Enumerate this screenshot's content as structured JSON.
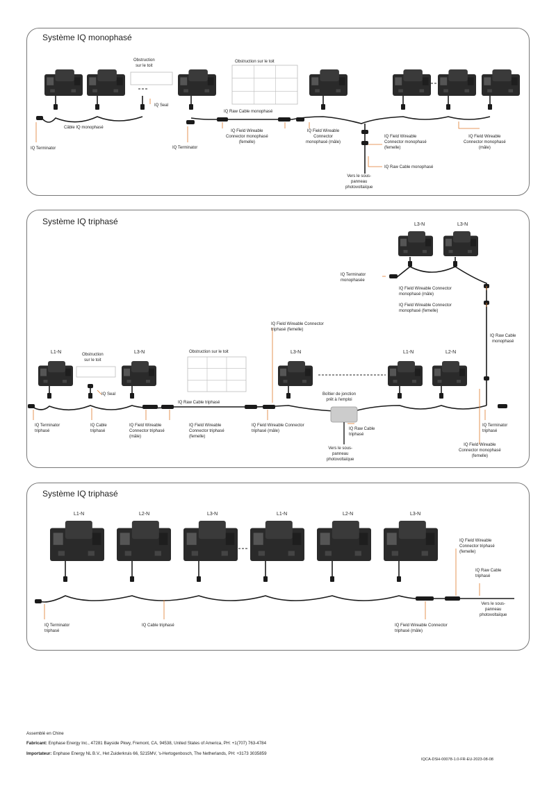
{
  "panel1": {
    "title": "Système IQ monophasé",
    "labels": {
      "obstruction_roof": "Obstruction\nsur le toit",
      "obstruction_roof_big": "Obstruction sur le toit",
      "iq_seal": "IQ Seal",
      "iq_raw_cable": "IQ Raw Cable monophasé",
      "cable_iq": "Câble IQ monophasé",
      "terminator_left": "IQ Terminator",
      "terminator_mid": "IQ Terminator",
      "fwc_female": "IQ Field Wireable\nConnector monophasé\n(femelle)",
      "fwc_male": "IQ Field Wireable\nConnector\nmonophasé (mâle)",
      "fwc_female_right": "IQ Field Wireable\nConnector monophasé\n(femelle)",
      "fwc_male_right": "IQ Field Wireable\nConnector monophasé\n(mâle)",
      "raw_cable_right": "IQ Raw Cable monophasé",
      "to_subpanel": "Vers le sous-\npanneau\nphotovoltaïque"
    }
  },
  "panel2": {
    "title": "Système IQ triphasé",
    "labels": {
      "l1n_a": "L1-N",
      "l3n_a": "L3-N",
      "l3n_b": "L3-N",
      "l1n_b": "L1-N",
      "l2n_b": "L2-N",
      "l3n_top1": "L3-N",
      "l3n_top2": "L3-N",
      "obstruction_roof": "Obstruction\nsur le toit",
      "obstruction_roof_big": "Obstruction sur le toit",
      "iq_seal": "IQ Seal",
      "iq_raw_cable_tri": "IQ Raw Cable triphasé",
      "fwc_tri_female_top": "IQ Field Wireable Connector\ntriphasé (femelle)",
      "terminator_mono": "IQ Terminator\nmonophasée",
      "fwc_mono_male": "IQ Field Wireable Connector\nmonophasé (mâle)",
      "fwc_mono_female": "IQ Field Wireable Connector\nmonophasé (femelle)",
      "raw_cable_mono": "IQ Raw Cable\nmonophasé",
      "junction_box": "Boîtier de jonction\nprêt à l'emploi",
      "terminator_tri": "IQ Terminator\ntriphasé",
      "iq_cable_tri": "IQ Cable\ntriphasé",
      "fwc_tri_male": "IQ Field Wireable\nConnector triphasé\n(mâle)",
      "fwc_tri_female": "IQ Field Wireable\nConnector triphasé\n(femelle)",
      "fwc_tri_male2": "IQ Field Wireable Connector\ntriphasé (mâle)",
      "raw_cable_tri2": "IQ Raw Cable\ntriphasé",
      "to_subpanel": "Vers le sous-\npanneau\nphotovoltaïque",
      "terminator_tri_right": "IQ Terminator\ntriphasé",
      "fwc_mono_female_bottom": "IQ Field Wireable\nConnector monophasé\n(femelle)"
    }
  },
  "panel3": {
    "title": "Système IQ triphasé",
    "phases": [
      "L1-N",
      "L2-N",
      "L3-N",
      "L1-N",
      "L2-N",
      "L3-N"
    ],
    "labels": {
      "fwc_tri_female": "IQ Field Wireable\nConnector triphasé\n(femelle)",
      "raw_cable_tri": "IQ Raw Cable\ntriphasé",
      "to_subpanel": "Vers le sous-\npanneau\nphotovoltaïque",
      "terminator_tri": "IQ Terminator\ntriphasé",
      "iq_cable_tri": "IQ Cable triphasé",
      "fwc_tri_male": "IQ Field Wireable Connector\ntriphasé (mâle)"
    }
  },
  "footer": {
    "assembled": "Assemblé en Chine",
    "manufacturer_label": "Fabricant:",
    "manufacturer": "Enphase Energy Inc., 47281 Bayside Pkwy, Fremont, CA, 94538, United States of America, PH: +1(707) 763-4784",
    "importer_label": "Importateur:",
    "importer": "Enphase Energy NL B.V., Het Zuiderkruis 66, 5215MV, 's-Hertogenbosch, The Netherlands, PH: +3173 3035859",
    "doc_code": "IQCA-DSH-00078-1.0-FR-EU-2023-08-08"
  },
  "colors": {
    "leader": "#e07a2c",
    "cable": "#1a1a1a",
    "micro": "#2a2a2a",
    "micro_light": "#555"
  }
}
